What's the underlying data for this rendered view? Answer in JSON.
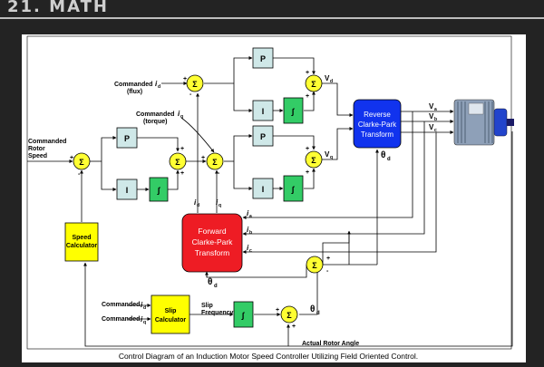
{
  "header": {
    "title": "21. MATH"
  },
  "diagram": {
    "caption": "Control Diagram of an Induction Motor Speed Controller Utilizing Field Oriented Control.",
    "inputs": {
      "speed": [
        "Commanded",
        "Rotor",
        "Speed"
      ],
      "flux": [
        "Commanded",
        "(flux)"
      ],
      "torque": [
        "Commanded",
        "(torque)"
      ],
      "slip_d": "Commanded",
      "slip_q": "Commanded"
    },
    "blocks": {
      "p": "P",
      "i": "I",
      "integral": "∫",
      "speed_calc": [
        "Speed",
        "Calculator"
      ],
      "forward": [
        "Forward",
        "Clarke-Park",
        "Transform"
      ],
      "reverse": [
        "Reverse",
        "Clarke-Park",
        "Transform"
      ],
      "slip_calc": [
        "Slip",
        "Calculator"
      ]
    },
    "labels": {
      "slip_frequency": [
        "Slip",
        "Frequency"
      ],
      "actual_rotor_angle": "Actual Rotor Angle",
      "theta_d": "θ",
      "theta_sub": "d",
      "vd": "V",
      "vq": "V",
      "va": "V",
      "vb": "V",
      "vc": "V",
      "id": "i",
      "iq": "i",
      "ia": "i",
      "ib": "i",
      "ic": "i"
    },
    "colors": {
      "summer": "#ffff33",
      "p_block": "#cfe8e8",
      "integrator": "#33cc66",
      "speed_calc": "#ffff00",
      "forward": "#ee1c24",
      "reverse": "#1133ee",
      "motor": "#2244cc"
    }
  }
}
